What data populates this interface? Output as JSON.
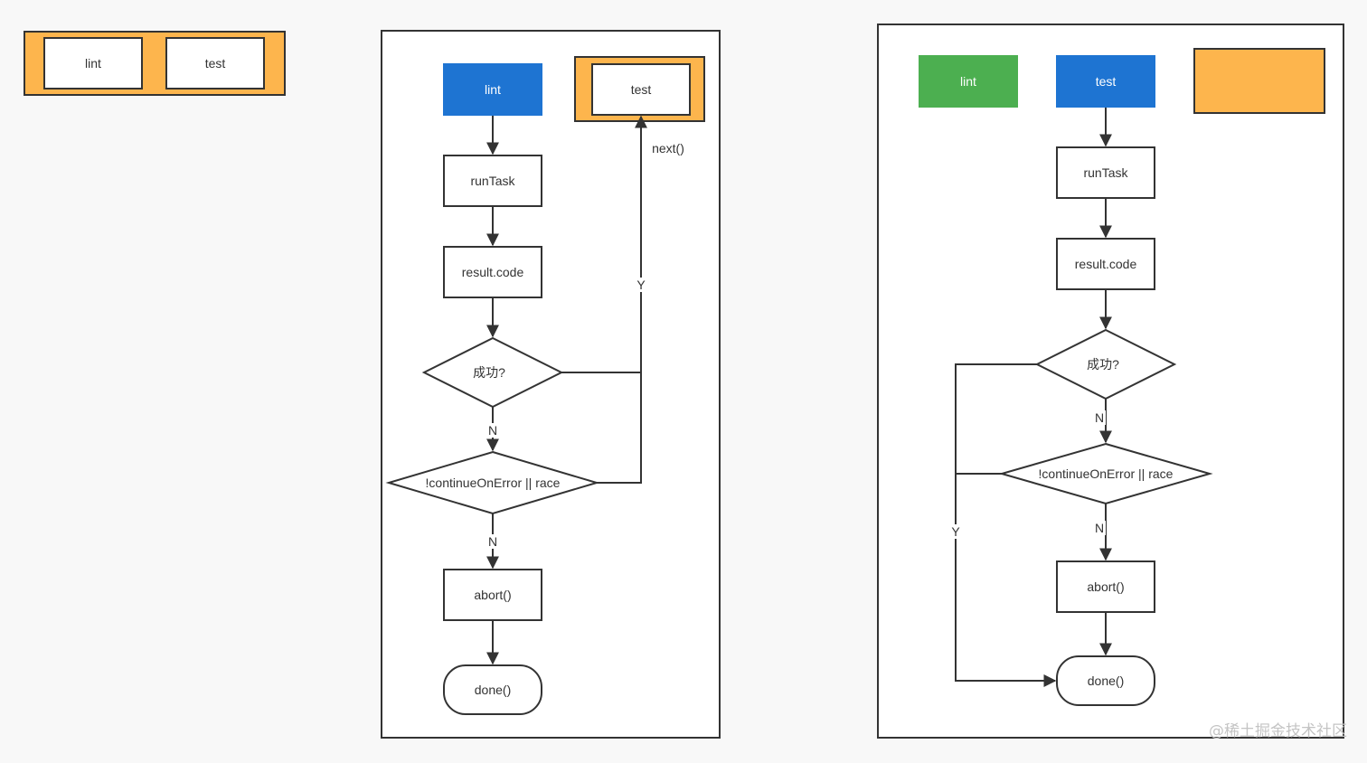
{
  "colors": {
    "orange": "#fdb54d",
    "blue": "#1e74d2",
    "green": "#4caf50",
    "stroke": "#333333",
    "watermark": "#c4c4c4"
  },
  "left_group": {
    "lint": "lint",
    "test": "test"
  },
  "middle_flow": {
    "lint": "lint",
    "test": "test",
    "run_task": "runTask",
    "result_code": "result.code",
    "success_check": "成功?",
    "continue_check": "!continueOnError || race",
    "abort": "abort()",
    "done": "done()",
    "label_next": "next()",
    "label_yes": "Y",
    "label_no_1": "N",
    "label_no_2": "N"
  },
  "right_flow": {
    "lint": "lint",
    "test": "test",
    "run_task": "runTask",
    "result_code": "result.code",
    "success_check": "成功?",
    "continue_check": "!continueOnError || race",
    "abort": "abort()",
    "done": "done()",
    "label_yes": "Y",
    "label_no_1": "N",
    "label_no_2": "N"
  },
  "watermark": "@稀土掘金技术社区"
}
